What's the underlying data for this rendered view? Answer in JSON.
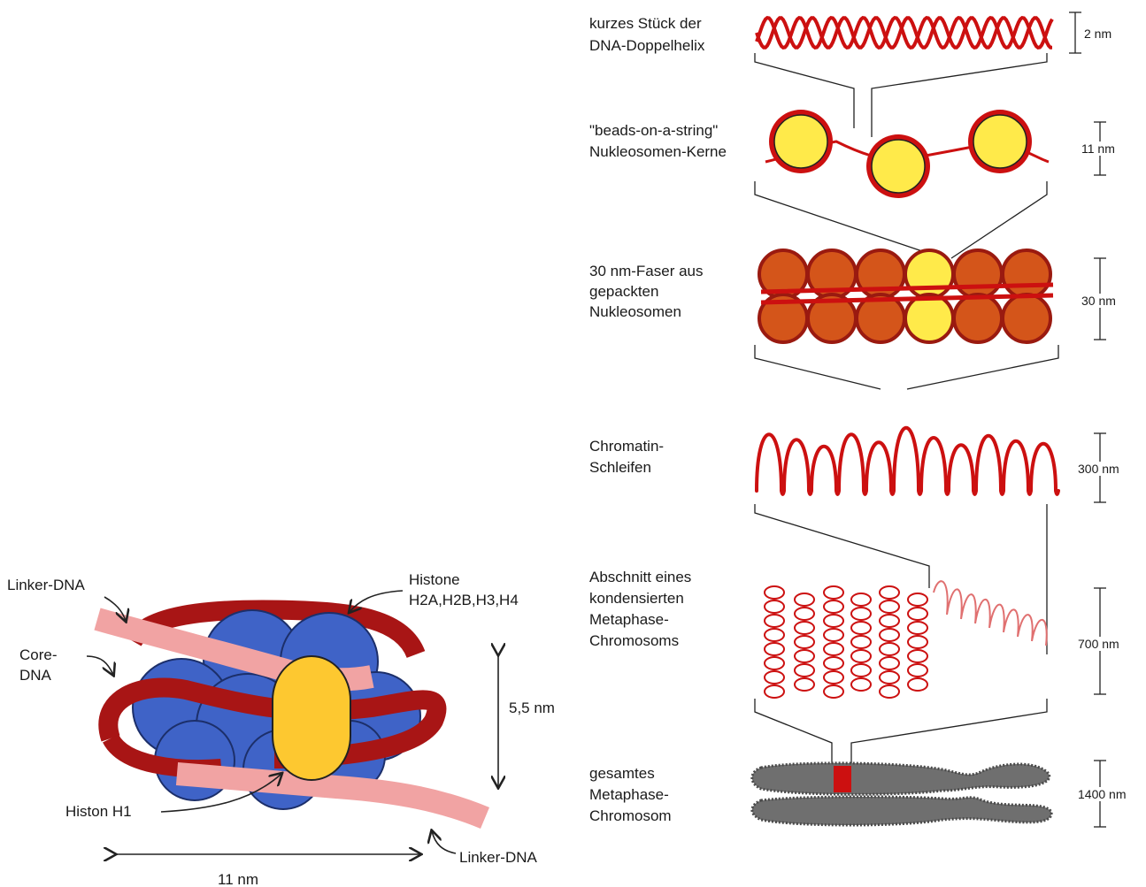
{
  "colors": {
    "dna_red": "#cc1010",
    "dark_red": "#a81515",
    "linker_pink": "#f1a3a3",
    "histone_blue": "#3f63c7",
    "histone_yellow": "#ffea4a",
    "h1_orange": "#fdc830",
    "nucleosome_orange": "#d4551a",
    "chromosome_gray": "#6f6f6f"
  },
  "nucleosome": {
    "linker_top": "Linker-DNA",
    "core_dna_line1": "Core-",
    "core_dna_line2": "DNA",
    "histone_line1": "Histone",
    "histone_line2": "H2A,H2B,H3,H4",
    "histon_h1": "Histon H1",
    "linker_bottom": "Linker-DNA",
    "height_label": "5,5 nm",
    "width_label": "11 nm"
  },
  "levels": [
    {
      "line1": "kurzes Stück der",
      "line2": "DNA-Doppelhelix",
      "line3": "",
      "line4": "",
      "scale": "2 nm"
    },
    {
      "line1": "\"beads-on-a-string\"",
      "line2": "Nukleosomen-Kerne",
      "line3": "",
      "line4": "",
      "scale": "11 nm"
    },
    {
      "line1": "30 nm-Faser aus",
      "line2": "gepackten",
      "line3": "Nukleosomen",
      "line4": "",
      "scale": "30 nm"
    },
    {
      "line1": "Chromatin-",
      "line2": "Schleifen",
      "line3": "",
      "line4": "",
      "scale": "300 nm"
    },
    {
      "line1": "Abschnitt eines",
      "line2": "kondensierten",
      "line3": "Metaphase-",
      "line4": "Chromosoms",
      "scale": "700 nm"
    },
    {
      "line1": "gesamtes",
      "line2": "Metaphase-",
      "line3": "Chromosom",
      "line4": "",
      "scale": "1400 nm"
    }
  ]
}
